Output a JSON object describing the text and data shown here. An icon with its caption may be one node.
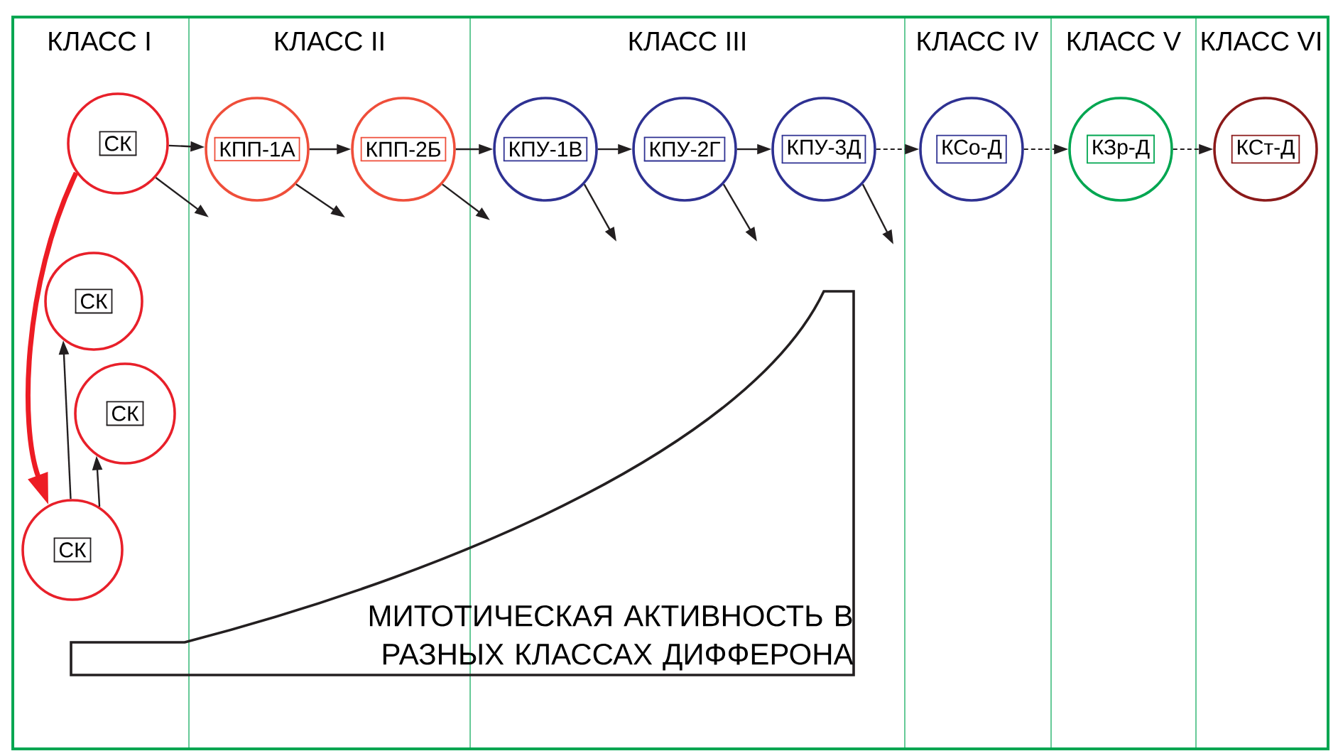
{
  "diagram": {
    "nodes": [
      {
        "text": [
          "СК"
        ]
      },
      {
        "text": [
          "КПП-1А"
        ]
      },
      {
        "text": [
          "КПП-2Б"
        ]
      },
      {
        "text": [
          "КПУ-1В"
        ]
      },
      {
        "text": [
          "КПУ-2Г"
        ]
      },
      {
        "text": [
          "КПУ-3Д"
        ]
      },
      {
        "text": [
          "КСо-Д"
        ]
      },
      {
        "text": [
          "КЗр-Д"
        ]
      },
      {
        "text": [
          "КСт-Д"
        ]
      },
      {
        "text": [
          "СК"
        ]
      },
      {
        "text": [
          "СК"
        ]
      },
      {
        "text": [
          "СК"
        ]
      },
      {
        "text": [
          "МИТОТИЧЕСКАЯ АКТИВНОСТЬ В РАЗНЫХ КЛАССАХ ДИФФЕРОНА"
        ]
      }
    ],
    "edges": [
      {
        "from": 0,
        "to": 1,
        "arrow": "to"
      },
      {
        "from": 1,
        "to": 2,
        "arrow": "to"
      },
      {
        "from": 2,
        "to": 3,
        "arrow": "to"
      },
      {
        "from": 3,
        "to": 4,
        "arrow": "to"
      },
      {
        "from": 4,
        "to": 5,
        "arrow": "to"
      },
      {
        "from": 5,
        "to": 6,
        "arrow": "to",
        "style": "dashed"
      },
      {
        "from": 6,
        "to": 7,
        "arrow": "to",
        "style": "dashed"
      },
      {
        "from": 7,
        "to": 8,
        "arrow": "to",
        "style": "dashed"
      },
      {
        "from": 0,
        "to": null,
        "arrow": "to"
      },
      {
        "from": 1,
        "to": null,
        "arrow": "to"
      },
      {
        "from": 2,
        "to": null,
        "arrow": "to"
      },
      {
        "from": 3,
        "to": null,
        "arrow": "to"
      },
      {
        "from": 4,
        "to": null,
        "arrow": "to"
      },
      {
        "from": 5,
        "to": null,
        "arrow": "to"
      },
      {
        "from": 0,
        "to": 11,
        "arrow": "to",
        "style": "thick",
        "color": "#ed1c24"
      },
      {
        "from": 11,
        "to": 9,
        "arrow": "to"
      },
      {
        "from": 11,
        "to": 10,
        "arrow": "to"
      }
    ],
    "labels": [
      "КЛАСС I",
      "КЛАСС II",
      "КЛАСС III",
      "КЛАСС IV",
      "КЛАСС V",
      "КЛАСС VI"
    ]
  }
}
